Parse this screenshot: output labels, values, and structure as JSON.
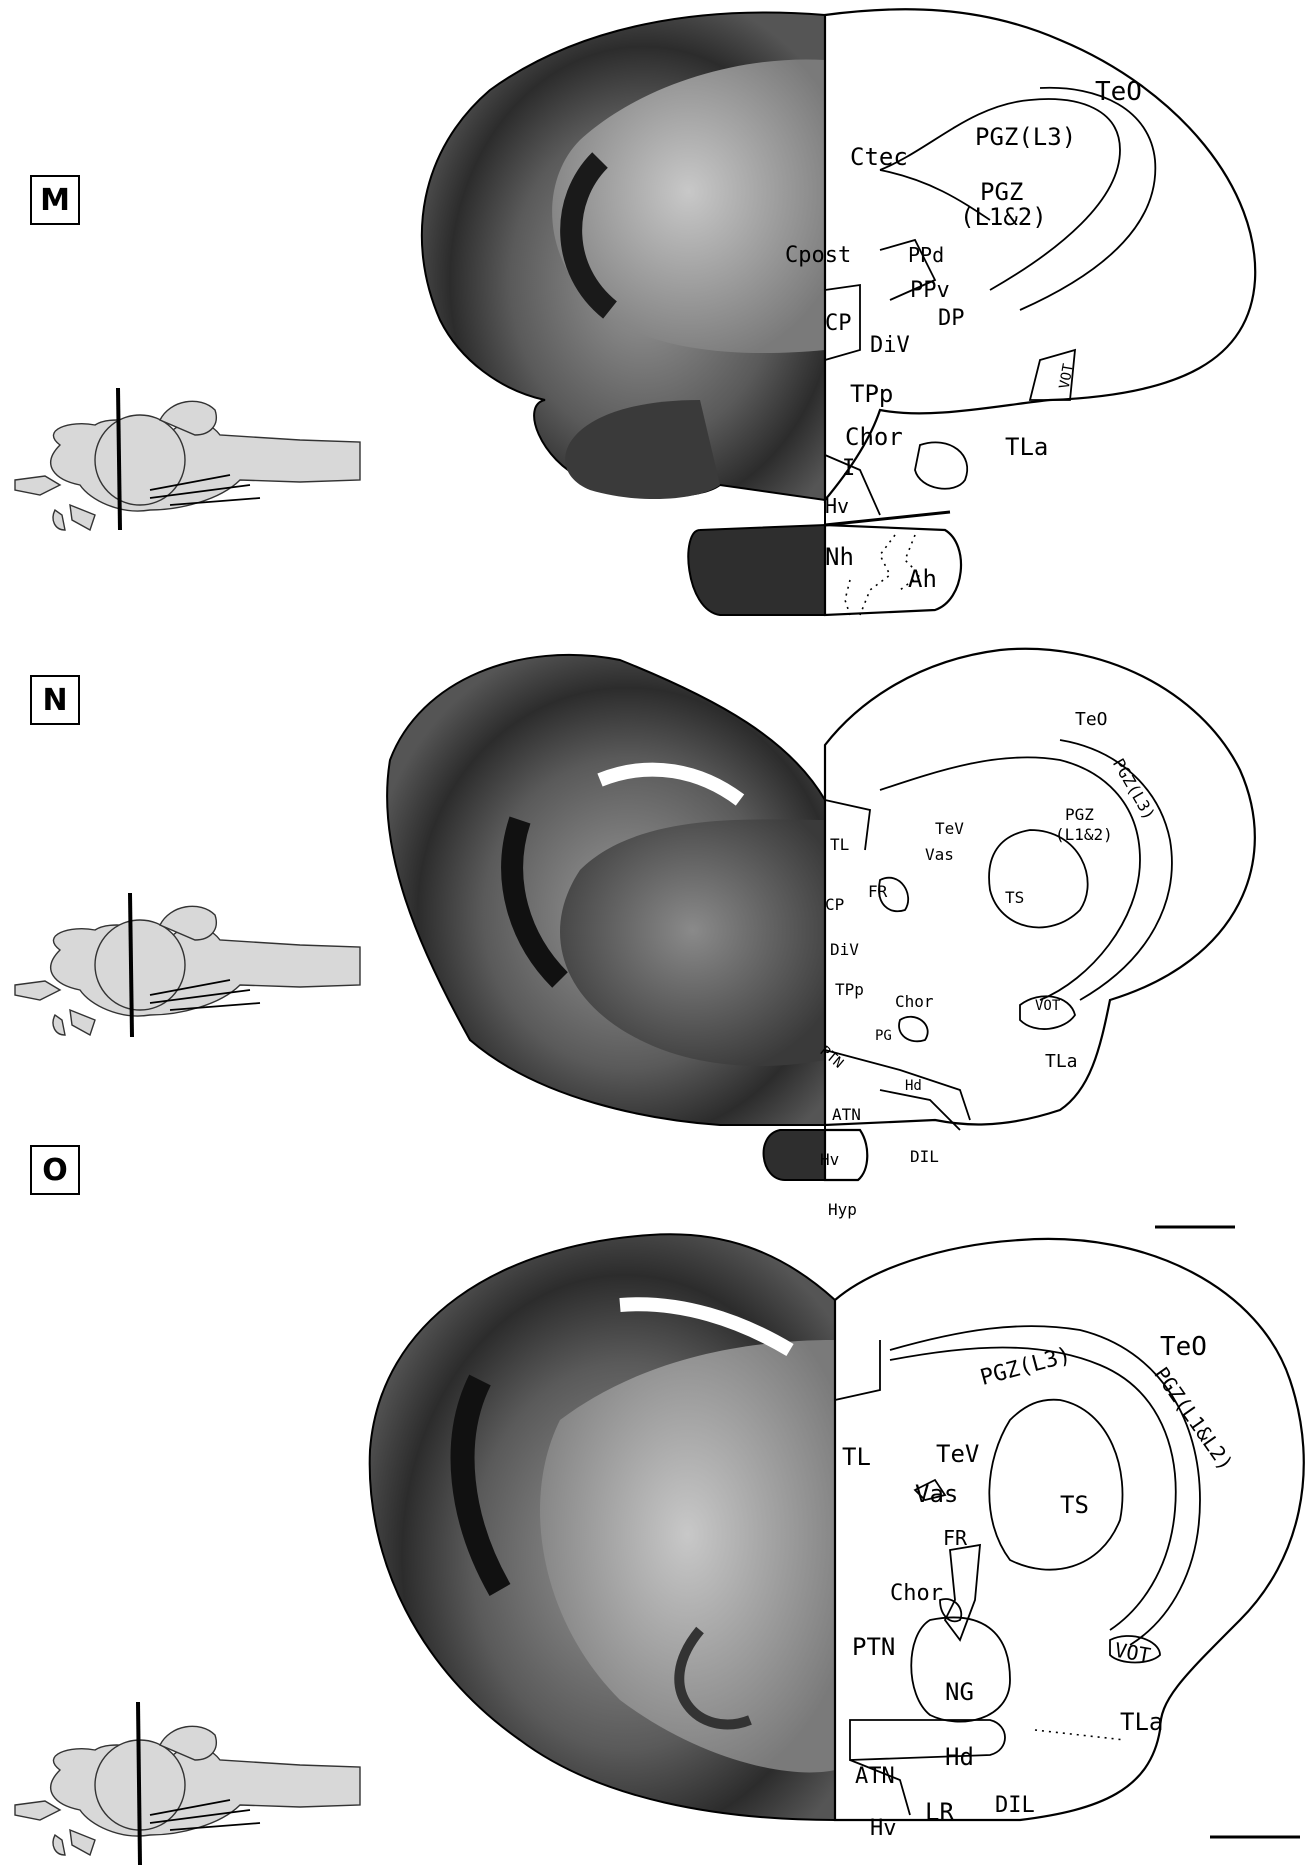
{
  "panels": [
    {
      "letter": "M",
      "labels": {
        "teo": "TeO",
        "pgz_l3": "PGZ(L3)",
        "pgz_l12_a": "PGZ",
        "pgz_l12_b": "(L1&2)",
        "ctec": "Ctec",
        "cpost": "Cpost",
        "ppd": "PPd",
        "ppv": "PPv",
        "dp": "DP",
        "cp": "CP",
        "div": "DiV",
        "tpp": "TPp",
        "vot": "VOT",
        "chor": "Chor",
        "tla": "TLa",
        "i": "I",
        "hv": "Hv",
        "nh": "Nh",
        "ah": "Ah"
      }
    },
    {
      "letter": "N",
      "labels": {
        "teo": "TeO",
        "pgz_l3": "PGZ(L3)",
        "pgz_l12_a": "PGZ",
        "pgz_l12_b": "(L1&2)",
        "tl": "TL",
        "tev": "TeV",
        "vas": "Vas",
        "fr": "FR",
        "ts": "TS",
        "cp": "CP",
        "div": "DiV",
        "tpp": "TPp",
        "chor": "Chor",
        "pg": "PG",
        "vot": "VOT",
        "ptn": "PTN",
        "hd": "Hd",
        "tla": "TLa",
        "atn": "ATN",
        "hv": "Hv",
        "dil": "DIL",
        "hyp": "Hyp"
      }
    },
    {
      "letter": "O",
      "labels": {
        "teo": "TeO",
        "pgz_l3": "PGZ(L3)",
        "pgz_l12": "PGZ(L1&L2)",
        "tl": "TL",
        "tev": "TeV",
        "vas": "Vas",
        "ts": "TS",
        "fr": "FR",
        "chor": "Chor",
        "ptn": "PTN",
        "ng": "NG",
        "vot": "VOT",
        "tla": "TLa",
        "hd": "Hd",
        "atn": "ATN",
        "lr": "LR",
        "dil": "DIL",
        "hv": "Hv"
      }
    }
  ],
  "colors": {
    "section_dark": "#2e2e2e",
    "section_mid": "#6a6a6a",
    "section_light": "#b4b4b4",
    "brain_sketch": "#d8d8d8"
  }
}
